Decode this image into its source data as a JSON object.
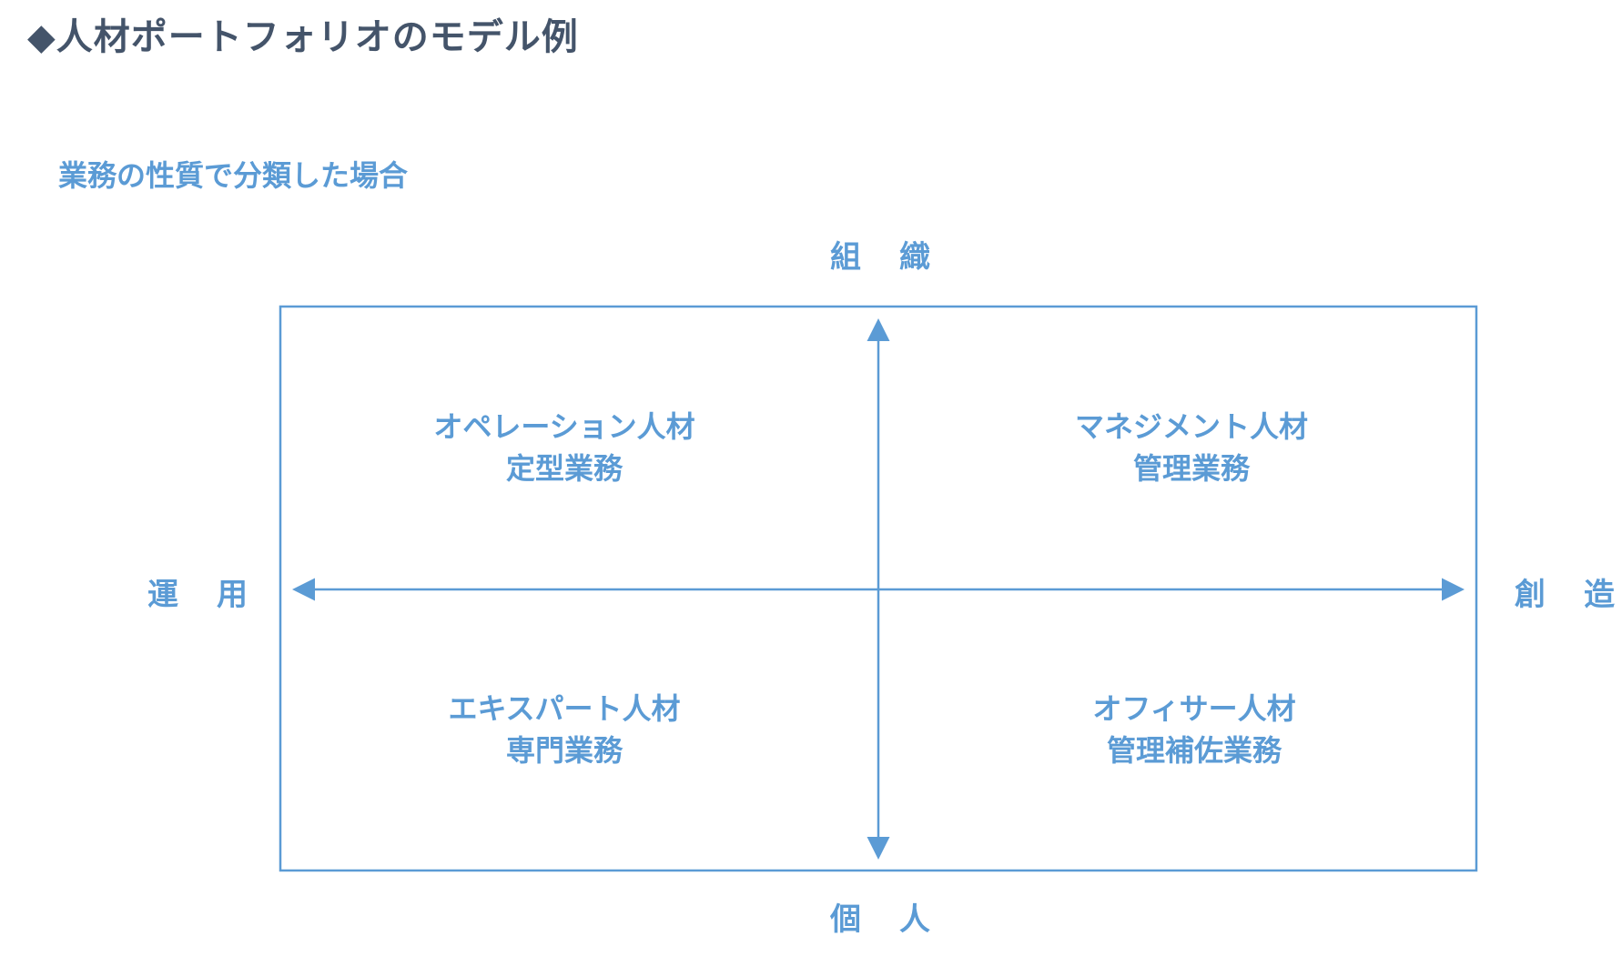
{
  "title": "◆人材ポートフォリオのモデル例",
  "subtitle": "業務の性質で分類した場合",
  "axes": {
    "top": "組　織",
    "bottom": "個　人",
    "left": "運　用",
    "right": "創　造"
  },
  "quadrants": {
    "top_left": {
      "role": "オペレーション人材",
      "work": "定型業務"
    },
    "top_right": {
      "role": "マネジメント人材",
      "work": "管理業務"
    },
    "bottom_left": {
      "role": "エキスパート人材",
      "work": "専門業務"
    },
    "bottom_right": {
      "role": "オフィサー人材",
      "work": "管理補佐業務"
    }
  },
  "colors": {
    "title": "#44546a",
    "accent": "#5b9bd5"
  }
}
